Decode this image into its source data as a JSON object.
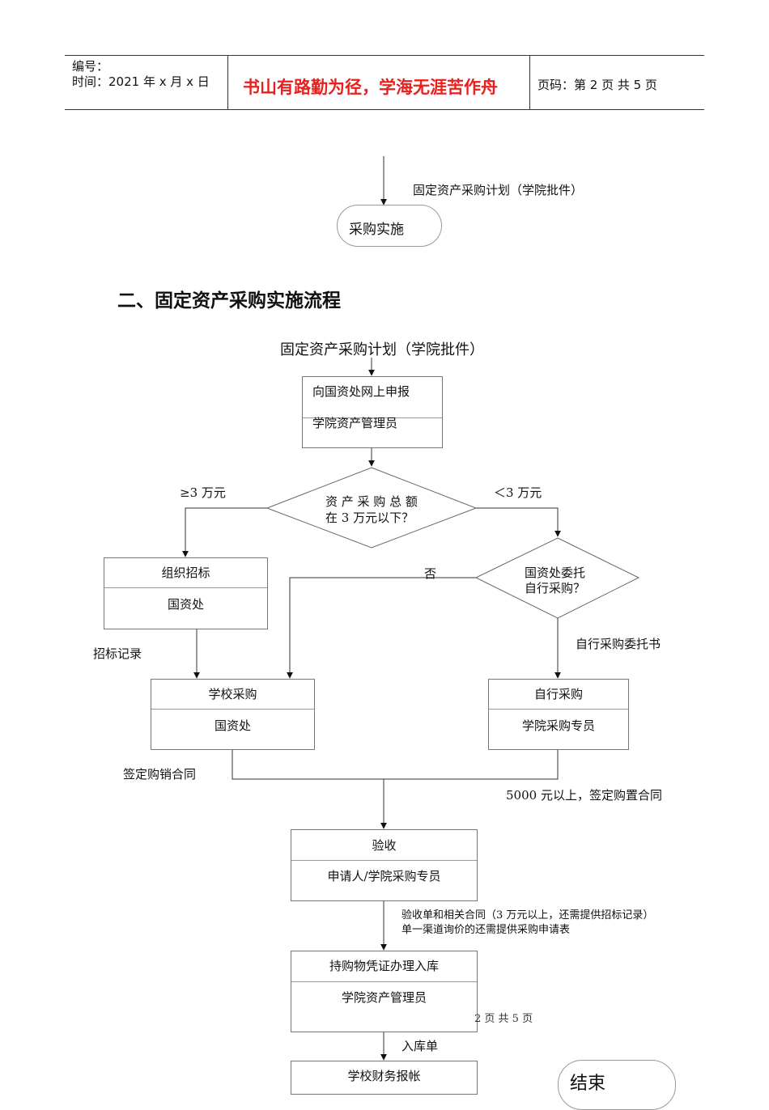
{
  "header": {
    "number_label": "编号：",
    "time_label": "时间：2021 年 x 月 x 日",
    "motto": "书山有路勤为径，学海无涯苦作舟",
    "page_info": "页码：第 2 页  共 5 页"
  },
  "top_flow": {
    "arrow_label": "固定资产采购计划（学院批件）",
    "terminal": "采购实施"
  },
  "section_title": "二、固定资产采购实施流程",
  "flow": {
    "start_label": "固定资产采购计划（学院批件）",
    "report_box": {
      "line1": "向国资处网上申报",
      "line2": "学院资产管理员"
    },
    "decision1": {
      "line1": "资 产 采 购 总 额",
      "line2": "在 3 万元以下？",
      "left_label": "≥3 万元",
      "right_label": "＜3 万元"
    },
    "tender_box": {
      "line1": "组织招标",
      "line2": "国资处"
    },
    "decision2": {
      "line1": "国资处委托",
      "line2": "自行采购？",
      "no_label": "否",
      "yes_label": "自行采购委托书"
    },
    "tender_record_label": "招标记录",
    "school_box": {
      "line1": "学校采购",
      "line2": "国资处"
    },
    "self_box": {
      "line1": "自行采购",
      "line2": "学院采购专员"
    },
    "contract_label": "签定购销合同",
    "contract_5000_label": "5000 元以上，签定购置合同",
    "accept_box": {
      "line1": "验收",
      "line2": "申请人/学院采购专员"
    },
    "accept_note1": "验收单和相关合同（3 万元以上，还需提供招标记录）",
    "accept_note2": "单一渠道询价的还需提供采购申请表",
    "storage_box": {
      "line1": "持购物凭证办理入库",
      "line2": "学院资产管理员"
    },
    "page_footer": "2  页  共  5  页",
    "storage_label": "入库单",
    "finance_box": {
      "line1": "学校财务报帐"
    },
    "end_terminal": "结束"
  }
}
